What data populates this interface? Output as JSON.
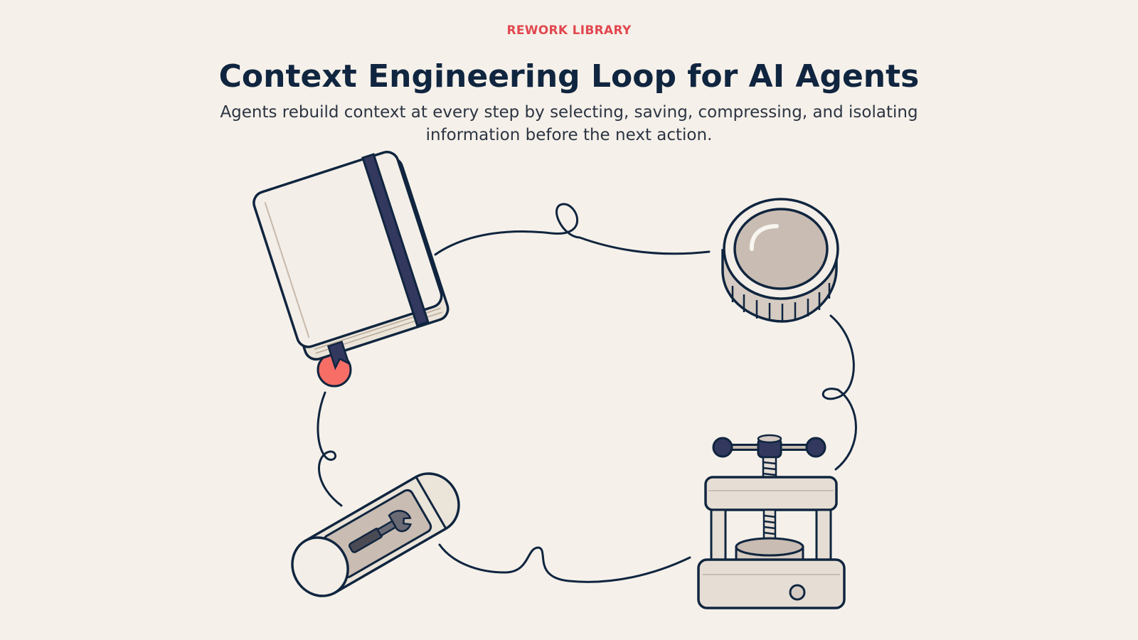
{
  "header": {
    "eyebrow": "REWORK LIBRARY",
    "title": "Context Engineering Loop for AI Agents",
    "subtitle": "Agents rebuild context at every step by selecting, saving, compressing, and isolating information before the next action."
  },
  "diagram": {
    "nodes": [
      {
        "icon": "notebook-icon"
      },
      {
        "icon": "lens-icon"
      },
      {
        "icon": "press-icon"
      },
      {
        "icon": "capsule-icon"
      }
    ],
    "start_marker": "start-dot",
    "colors": {
      "background": "#f5f1ea",
      "ink": "#10253f",
      "accent": "#e2474f",
      "marker": "#f76e67",
      "band": "#33385f",
      "paper": "#f0ebe3",
      "metal": "#d5cbc2"
    }
  }
}
